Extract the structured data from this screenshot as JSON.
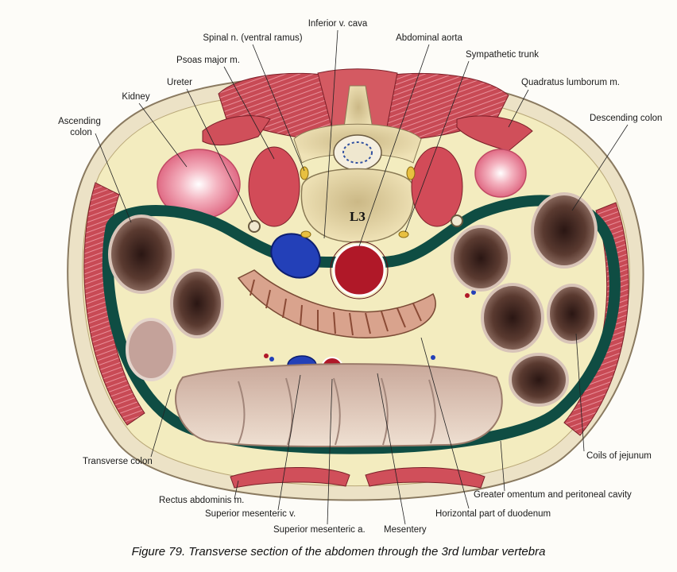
{
  "caption": "Figure 79. Transverse section of the abdomen through the 3rd lumbar vertebra",
  "vertebra_label": "L3",
  "labels": {
    "inferior_v_cava": "Inferior v. cava",
    "spinal_n": "Spinal n. (ventral ramus)",
    "abdominal_aorta": "Abdominal aorta",
    "psoas_major": "Psoas major m.",
    "sympathetic_trunk": "Sympathetic trunk",
    "ureter": "Ureter",
    "quadratus_lumborum": "Quadratus lumborum m.",
    "kidney": "Kidney",
    "ascending_colon_1": "Ascending",
    "ascending_colon_2": "colon",
    "descending_colon": "Descending colon",
    "transverse_colon": "Transverse colon",
    "coils_of_jejunum": "Coils of jejunum",
    "rectus_abdominis": "Rectus abdominis m.",
    "greater_omentum": "Greater omentum and peritoneal cavity",
    "superior_mesenteric_v": "Superior mesenteric v.",
    "horizontal_duodenum": "Horizontal part of duodenum",
    "superior_mesenteric_a": "Superior mesenteric a.",
    "mesentery": "Mesentery"
  },
  "colors": {
    "skin": "#ece2c6",
    "fat": "#f3ecbf",
    "muscle": "#c84a55",
    "peritoneum": "#0f4d43",
    "vein": "#2340b8",
    "artery": "#b01828",
    "bone": "#e8d8a6",
    "colon": "#4a2a24"
  }
}
